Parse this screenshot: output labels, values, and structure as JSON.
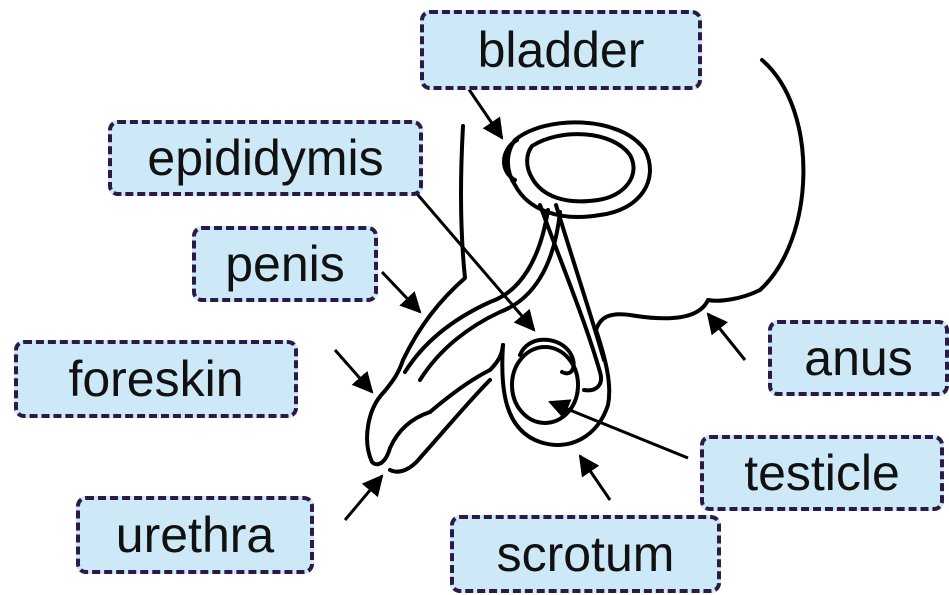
{
  "colors": {
    "label_fill": "#cde8f6",
    "label_border": "#2a1a45",
    "outline": "#000000",
    "background": "#ffffff"
  },
  "labels": {
    "bladder": "bladder",
    "epididymis": "epididymis",
    "penis": "penis",
    "foreskin": "foreskin",
    "anus": "anus",
    "testicle": "testicle",
    "urethra": "urethra",
    "scrotum": "scrotum"
  }
}
